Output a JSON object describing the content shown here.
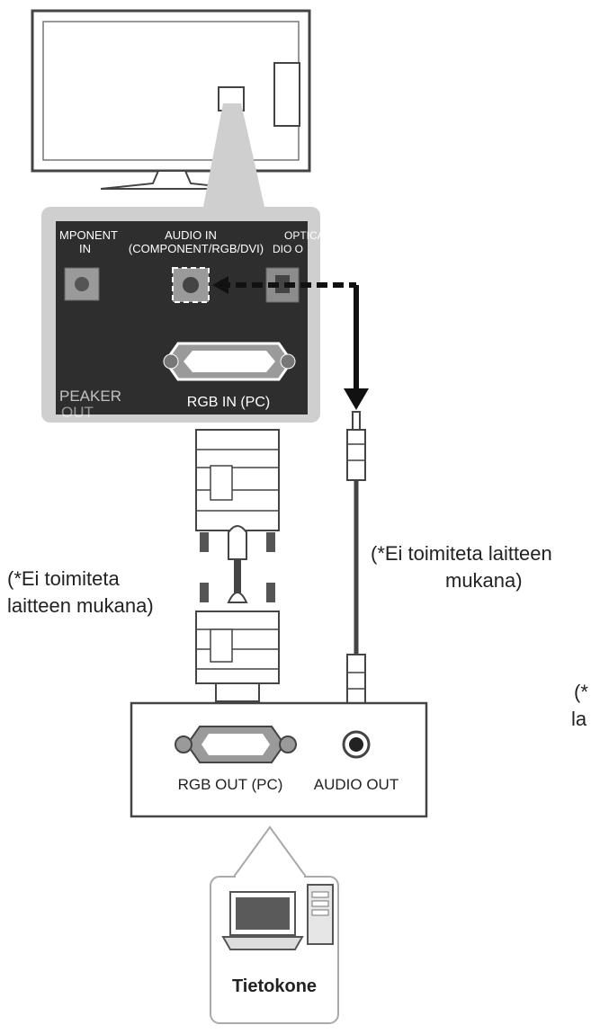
{
  "tv_panel": {
    "component_in_line1": "MPONENT",
    "component_in_line2": "IN",
    "audio_in_line1": "AUDIO IN",
    "audio_in_line2": "(COMPONENT/RGB/DVI)",
    "optical_line1": "OPTICA",
    "optical_line2": "DIO O",
    "speaker_line1": "PEAKER",
    "speaker_line2": "OUT",
    "rgb_in": "RGB IN (PC)"
  },
  "pc_panel": {
    "rgb_out": "RGB OUT (PC)",
    "audio_out": "AUDIO OUT"
  },
  "captions": {
    "rgb_cable_line1": "(*Ei toimiteta",
    "rgb_cable_line2": "laitteen mukana)",
    "audio_cable_line1": "(*Ei toimiteta laitteen",
    "audio_cable_line2": "mukana)",
    "cut_line1": "(*",
    "cut_line2": "la"
  },
  "computer": {
    "label": "Tietokone"
  }
}
